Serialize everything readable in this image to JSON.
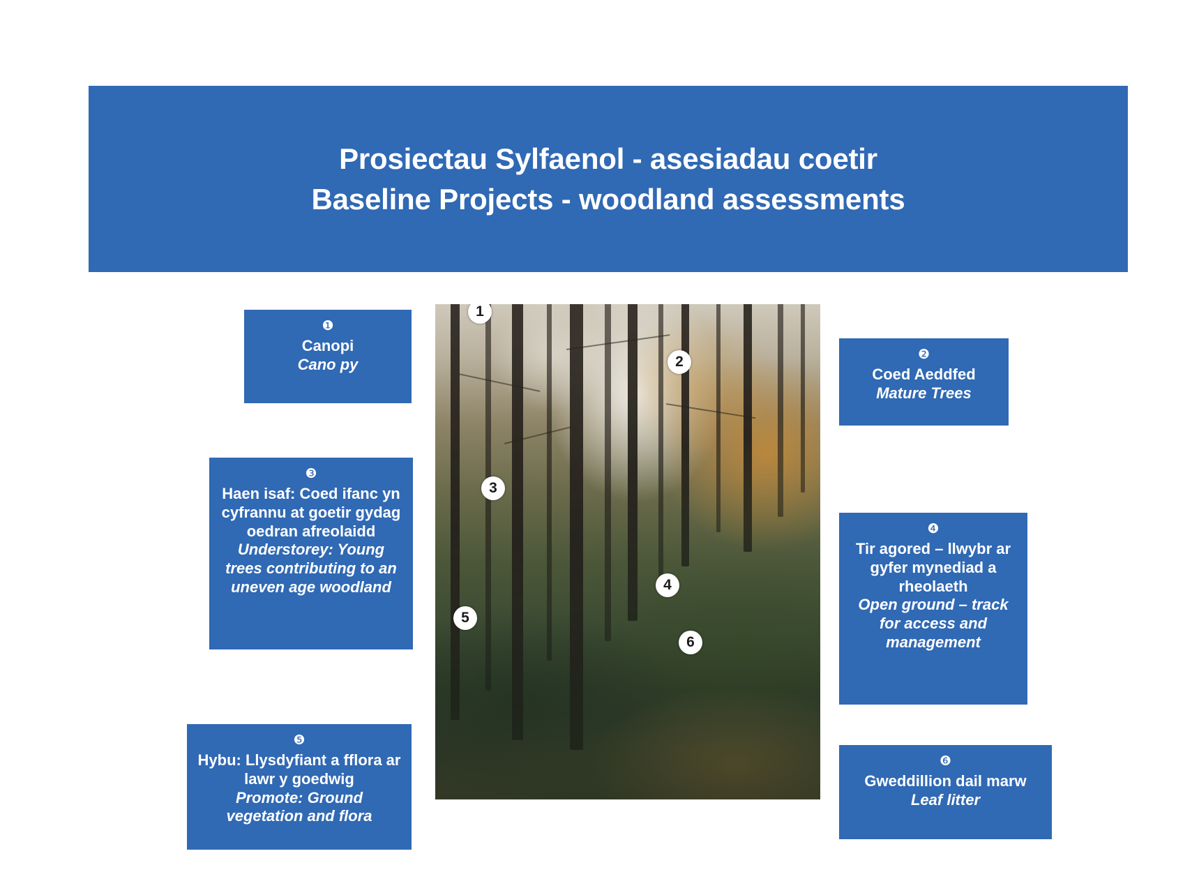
{
  "title": {
    "line_welsh": "Prosiectau Sylfaenol - asesiadau coetir",
    "line_english": "Baseline Projects - woodland assessments"
  },
  "colors": {
    "brand_blue": "#3069b4",
    "text_white": "#ffffff",
    "marker_fill": "#ffffff",
    "marker_text": "#1c1c1c"
  },
  "photo": {
    "alt": "Autumn broadleaf woodland interior with tall trunks, golden canopy, understorey shrubs and leaf-littered ground",
    "markers": [
      {
        "id": "1",
        "label": "1"
      },
      {
        "id": "2",
        "label": "2"
      },
      {
        "id": "3",
        "label": "3"
      },
      {
        "id": "4",
        "label": "4"
      },
      {
        "id": "5",
        "label": "5"
      },
      {
        "id": "6",
        "label": "6"
      }
    ]
  },
  "callouts": [
    {
      "number": "❶",
      "number_plain": "1",
      "welsh": "Canopi",
      "english": "Cano py"
    },
    {
      "number": "❷",
      "number_plain": "2",
      "welsh": "Coed Aeddfed",
      "english": "Mature Trees"
    },
    {
      "number": "❸",
      "number_plain": "3",
      "welsh": "Haen isaf: Coed ifanc yn cyfrannu at goetir gydag oedran afreolaidd",
      "english": "Understorey: Young trees contributing to an uneven age woodland"
    },
    {
      "number": "❹",
      "number_plain": "4",
      "welsh": "Tir agored – llwybr ar gyfer mynediad a rheolaeth",
      "english": "Open ground – track for access and management"
    },
    {
      "number": "❺",
      "number_plain": "5",
      "welsh": "Hybu: Llysdyfiant a fflora ar lawr y goedwig",
      "english": "Promote: Ground vegetation and flora"
    },
    {
      "number": "❻",
      "number_plain": "6",
      "welsh": "Gweddillion dail marw",
      "english": "Leaf litter"
    }
  ]
}
